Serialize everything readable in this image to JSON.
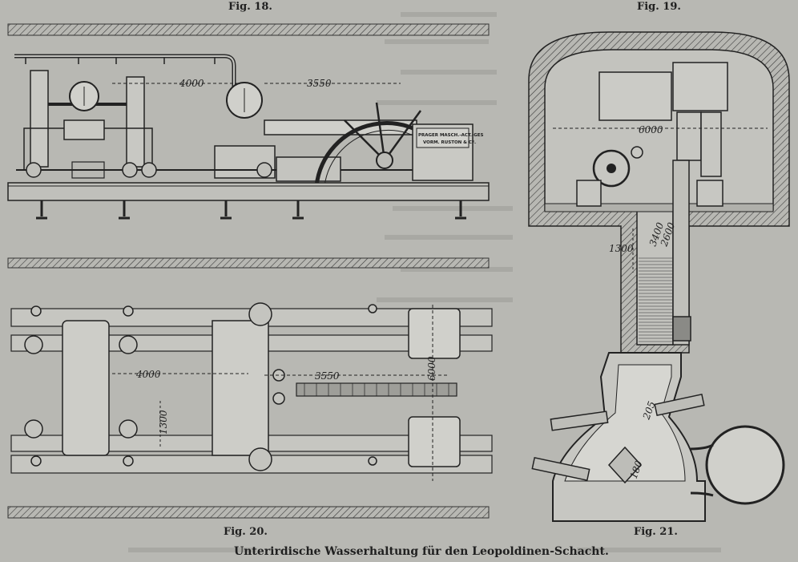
{
  "figures": {
    "fig18": "Fig. 18.",
    "fig19": "Fig. 19.",
    "fig20": "Fig. 20.",
    "fig21": "Fig. 21."
  },
  "dimensions": {
    "fig18_left": "4000",
    "fig18_right": "3550",
    "fig19_width": "6000",
    "fig19_shaft_a": "3400",
    "fig19_shaft_b": "2600",
    "fig19_shaft_c": "1300",
    "fig20_left": "4000",
    "fig20_right": "3550",
    "fig20_width": "6000",
    "fig20_height": "1300",
    "fig21_a": "205",
    "fig21_b": "180"
  },
  "plate_text": {
    "line1": "PRAGER MASCH.-ACT.-GES",
    "line2": "VORM. RUSTON & Cº."
  },
  "caption": "Unterirdische Wasserhaltung für den Leopoldinen-Schacht."
}
